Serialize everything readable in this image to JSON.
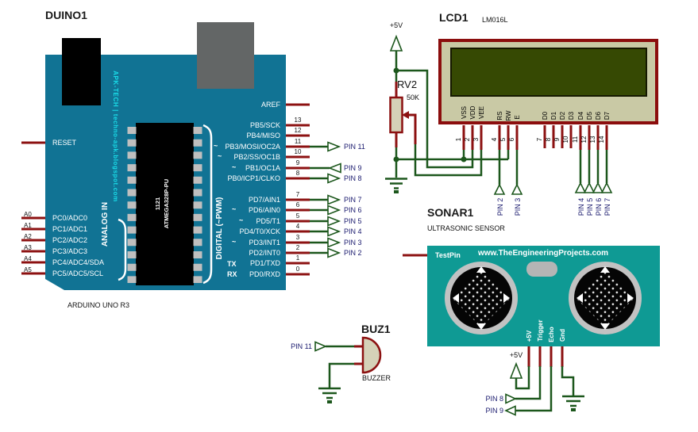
{
  "colors": {
    "wire_green": "#1c571c",
    "pin_red": "#8c1111",
    "board_teal": "#117394",
    "sonar_teal": "#0f9a94",
    "lcd_body": "#c9c9a5",
    "lcd_screen": "#364903",
    "dark_red": "#8b0d0d",
    "usb_gray": "#636666",
    "ring_gray": "#c2c2c2",
    "crystal_gray": "#b5b5b5",
    "beige": "#d5d2b8",
    "cyan": "#19dbe8",
    "navy": "#1a1a6e"
  },
  "arduino": {
    "ref": "DUINO1",
    "board_name": "ARDUINO UNO R3",
    "brand_text": "APK-TECH | techno-apk.blogspot.com",
    "chip": {
      "line1": "1121",
      "line2": "ATMEGA328P-PU"
    },
    "groups": {
      "analog": "ANALOG IN",
      "digital": "DIGITAL (~PWM)"
    },
    "reset": "RESET",
    "aref": "AREF",
    "serial": {
      "tx": "TX",
      "rx": "RX"
    },
    "left_pins": [
      {
        "ext": "A0",
        "label": "PC0/ADC0"
      },
      {
        "ext": "A1",
        "label": "PC1/ADC1"
      },
      {
        "ext": "A2",
        "label": "PC2/ADC2"
      },
      {
        "ext": "A3",
        "label": "PC3/ADC3"
      },
      {
        "ext": "A4",
        "label": "PC4/ADC4/SDA"
      },
      {
        "ext": "A5",
        "label": "PC5/ADC5/SCL"
      }
    ],
    "right_pins": [
      {
        "num": "13",
        "label": "PB5/SCK",
        "pwm": "",
        "terminal": ""
      },
      {
        "num": "12",
        "label": "PB4/MISO",
        "pwm": "",
        "terminal": ""
      },
      {
        "num": "11",
        "label": "PB3/MOSI/OC2A",
        "pwm": "~",
        "terminal": "PIN 11"
      },
      {
        "num": "10",
        "label": "PB2/SS/OC1B",
        "pwm": "~",
        "terminal": ""
      },
      {
        "num": "9",
        "label": "PB1/OC1A",
        "pwm": "~",
        "terminal": "PIN 9"
      },
      {
        "num": "8",
        "label": "PB0/ICP1/CLKO",
        "pwm": "",
        "terminal": "PIN 8"
      },
      {
        "num": "7",
        "label": "PD7/AIN1",
        "pwm": "",
        "terminal": "PIN 7"
      },
      {
        "num": "6",
        "label": "PD6/AIN0",
        "pwm": "~",
        "terminal": "PIN 6"
      },
      {
        "num": "5",
        "label": "PD5/T1",
        "pwm": "~",
        "terminal": "PIN 5"
      },
      {
        "num": "4",
        "label": "PD4/T0/XCK",
        "pwm": "",
        "terminal": "PIN 4"
      },
      {
        "num": "3",
        "label": "PD3/INT1",
        "pwm": "~",
        "terminal": "PIN 3"
      },
      {
        "num": "2",
        "label": "PD2/INT0",
        "pwm": "",
        "terminal": "PIN 2"
      },
      {
        "num": "1",
        "label": "PD1/TXD",
        "pwm": "",
        "terminal": ""
      },
      {
        "num": "0",
        "label": "PD0/RXD",
        "pwm": "",
        "terminal": ""
      }
    ]
  },
  "pot": {
    "ref": "RV2",
    "value": "50K",
    "supply": "+5V"
  },
  "lcd": {
    "ref": "LCD1",
    "part": "LM016L",
    "pins": [
      "VSS",
      "VDD",
      "VEE",
      "RS",
      "RW",
      "E",
      "D0",
      "D1",
      "D2",
      "D3",
      "D4",
      "D5",
      "D6",
      "D7"
    ],
    "pin_numbers": [
      "1",
      "2",
      "3",
      "4",
      "5",
      "6",
      "7",
      "8",
      "9",
      "10",
      "11",
      "12",
      "13",
      "14"
    ],
    "terminals": {
      "rs": "PIN 2",
      "e": "PIN 3",
      "d4": "PIN 4",
      "d5": "PIN 5",
      "d6": "PIN 6",
      "d7": "PIN 7"
    }
  },
  "sonar": {
    "ref": "SONAR1",
    "part": "ULTRASONIC SENSOR",
    "testpin": "TestPin",
    "website": "www.TheEngineeringProjects.com",
    "pins": [
      "+5V",
      "Trigger",
      "Echo",
      "Gnd"
    ],
    "terminals": {
      "supply": "+5V",
      "trigger": "PIN 8",
      "echo": "PIN 9"
    }
  },
  "buzzer": {
    "ref": "BUZ1",
    "part": "BUZZER",
    "terminal": "PIN 11"
  }
}
